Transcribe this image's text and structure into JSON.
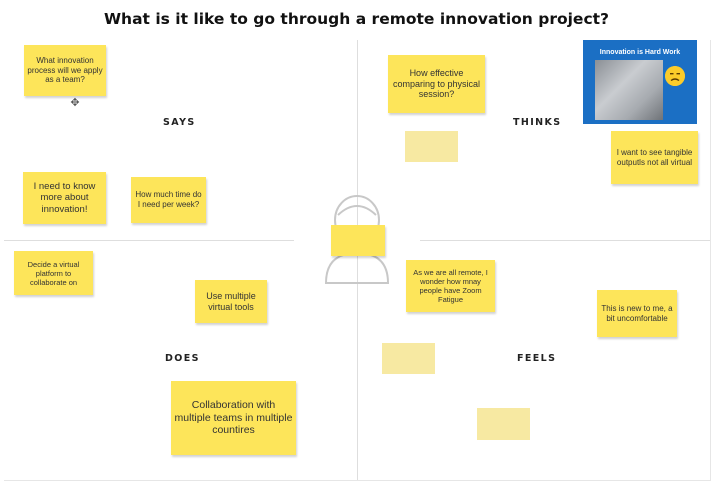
{
  "board": {
    "title": "What is it like to go through a remote innovation project?"
  },
  "quadrants": {
    "says": "SAYS",
    "thinks": "THINKS",
    "does": "DOES",
    "feels": "FEELS"
  },
  "thumbnail": {
    "title": "Innovation is Hard Work",
    "emoji": "frowning-face-icon"
  },
  "notes": {
    "says_1": "What innovation process will we apply as a team?",
    "says_2": "I need to know more about innovation!",
    "says_3": "How much time do I need per week?",
    "thinks_1": "How effective comparing to physical session?",
    "thinks_2": "I want to see tangible outputls not all virtual",
    "does_1": "Decide a virtual platform to collaborate on",
    "does_2": "Use multiple virtual tools",
    "does_3": "Collaboration with multiple teams in multiple countires",
    "feels_1": "As we are all remote, I wonder how mnay people have Zoom Fatigue",
    "feels_2": "This is new to me, a bit uncomfortable"
  },
  "colors": {
    "sticky": "#fde55a",
    "sticky_empty": "#f7e9a2",
    "thumbnail_bg": "#1b6fc4"
  }
}
